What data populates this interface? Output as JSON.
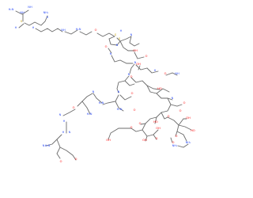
{
  "molecule": {
    "atom_colors": {
      "N": "#3050f8",
      "O": "#ff0d0d",
      "S": "#c8a000",
      "C": "#6b6b6b"
    },
    "labels": [
      {
        "text": "NH",
        "element": "N"
      },
      {
        "text": "H₂N",
        "element": "N"
      },
      {
        "text": "NH",
        "element": "N"
      },
      {
        "text": "NH₂",
        "element": "N"
      },
      {
        "text": "H",
        "element": "N"
      },
      {
        "text": "S",
        "element": "S"
      },
      {
        "text": "H",
        "element": "N"
      },
      {
        "text": "H",
        "element": "N"
      },
      {
        "text": "NH",
        "element": "N"
      },
      {
        "text": "H₂N",
        "element": "N"
      },
      {
        "text": "O",
        "element": "O"
      },
      {
        "text": "H",
        "element": "N"
      },
      {
        "text": "S",
        "element": "S"
      },
      {
        "text": "N",
        "element": "N"
      },
      {
        "text": "S",
        "element": "S"
      },
      {
        "text": "N",
        "element": "N"
      },
      {
        "text": "O",
        "element": "O"
      },
      {
        "text": "OH",
        "element": "O"
      },
      {
        "text": "N",
        "element": "N"
      },
      {
        "text": "O",
        "element": "O"
      },
      {
        "text": "N",
        "element": "N"
      },
      {
        "text": "OH",
        "element": "O"
      },
      {
        "text": "H",
        "element": "N"
      },
      {
        "text": "O",
        "element": "O"
      },
      {
        "text": "N",
        "element": "N"
      },
      {
        "text": "O",
        "element": "O"
      },
      {
        "text": "NH",
        "element": "N"
      },
      {
        "text": "HO",
        "element": "O"
      },
      {
        "text": "N",
        "element": "N"
      },
      {
        "text": "N",
        "element": "N"
      },
      {
        "text": "O",
        "element": "O"
      },
      {
        "text": "H₂N",
        "element": "N"
      },
      {
        "text": "N",
        "element": "N"
      },
      {
        "text": "O",
        "element": "O"
      },
      {
        "text": "O",
        "element": "O"
      },
      {
        "text": "H₂N",
        "element": "N"
      },
      {
        "text": "O",
        "element": "O"
      },
      {
        "text": "O",
        "element": "O"
      },
      {
        "text": "H₂N",
        "element": "N"
      },
      {
        "text": "N",
        "element": "N"
      },
      {
        "text": "O",
        "element": "O"
      },
      {
        "text": "OH",
        "element": "O"
      },
      {
        "text": "H",
        "element": "N"
      },
      {
        "text": "HO",
        "element": "O"
      },
      {
        "text": "O",
        "element": "O"
      },
      {
        "text": "O",
        "element": "O"
      },
      {
        "text": "OH",
        "element": "O"
      },
      {
        "text": "HO",
        "element": "O"
      },
      {
        "text": "OH",
        "element": "O"
      },
      {
        "text": "OH",
        "element": "O"
      },
      {
        "text": "O",
        "element": "O"
      },
      {
        "text": "O",
        "element": "O"
      },
      {
        "text": "H",
        "element": "N"
      },
      {
        "text": "N",
        "element": "N"
      },
      {
        "text": "NH₂",
        "element": "N"
      },
      {
        "text": "O",
        "element": "O"
      },
      {
        "text": "N",
        "element": "N"
      },
      {
        "text": "NH₂",
        "element": "N"
      },
      {
        "text": "H₂N",
        "element": "N"
      },
      {
        "text": "O",
        "element": "O"
      },
      {
        "text": "O",
        "element": "O"
      }
    ]
  }
}
